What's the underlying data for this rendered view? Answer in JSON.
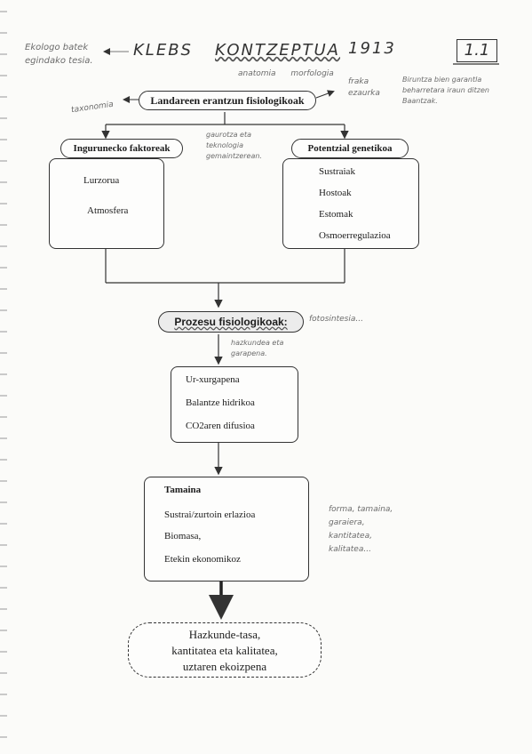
{
  "header": {
    "margin_note": "Ekologo batek egindako tesia.",
    "title_left": "KLEBS",
    "title_mid": "KONTZEPTUA",
    "title_year": "1913",
    "page_number": "1.1",
    "under_title_note": "anatomia morfologia"
  },
  "top_node": {
    "label": "Landareen erantzun fisiologikoak",
    "left_note": "taxonomia",
    "right_note": "fraka ezaurka",
    "far_right_note": "Biruntza bien garantla beharretara iraun ditzen Baantzak."
  },
  "left_branch": {
    "header": "Ingurunecko faktoreak",
    "items": [
      "Lurzorua",
      "Atmosfera"
    ],
    "side_note": "gaurotza eta teknologia gemaintzerean."
  },
  "right_branch": {
    "header": "Potentzial genetikoa",
    "items": [
      "Sustraiak",
      "Hostoak",
      "Estomak",
      "Osmoerregulazioa"
    ]
  },
  "process_node": {
    "label": "Prozesu fisiologikoak:",
    "right_note": "fotosintesia...",
    "below_note": "hazkundea eta garapena."
  },
  "process_box": {
    "items": [
      "Ur-xurgapena",
      "Balantze hidrikoa",
      "CO2aren difusioa"
    ]
  },
  "results_box": {
    "items": [
      "Tamaina",
      "Sustrai/zurtoin erlazioa",
      "Biomasa,",
      "Etekin ekonomikoz"
    ],
    "side_note": "forma, tamaina, garaiera, kantitatea, kalitatea..."
  },
  "final_node": {
    "lines": [
      "Hazkunde-tasa,",
      "kantitatea eta kalitatea,",
      "uztaren ekoizpena"
    ]
  }
}
